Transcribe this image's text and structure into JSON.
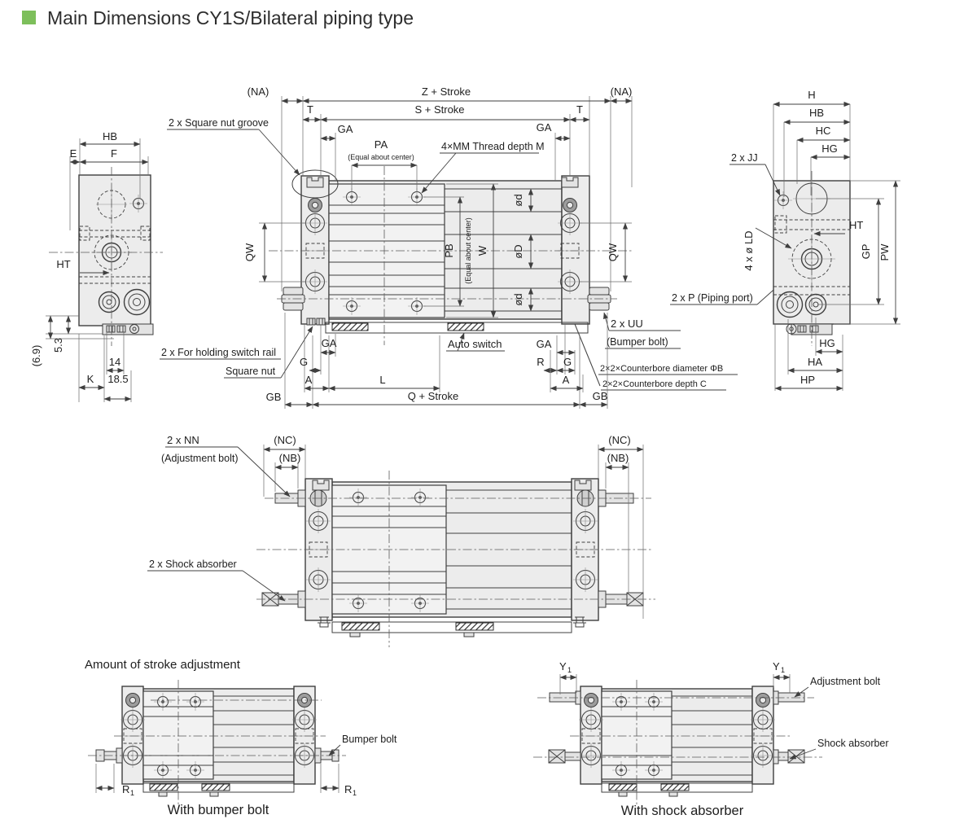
{
  "title": {
    "text": "Main Dimensions  CY1S/Bilateral piping type"
  },
  "colors": {
    "accent_green": "#7DBF5B",
    "line": "#3f3f3f",
    "body_fill": "#ececec"
  },
  "left_view": {
    "hb": "HB",
    "e": "E",
    "f": "F",
    "ht": "HT",
    "dim_6_9": "(6.9)",
    "dim_5_3": "5.3",
    "dim_14": "14",
    "k": "K",
    "dim_18_5": "18.5"
  },
  "front_view": {
    "na_left": "(NA)",
    "z_stroke": "Z + Stroke",
    "na_right": "(NA)",
    "t_left": "T",
    "s_stroke": "S + Stroke",
    "t_right": "T",
    "ga_top_left": "GA",
    "ga_top_right": "GA",
    "pa": "PA",
    "pa_note": "(Equal about center)",
    "mm_thread": "4×MM  Thread depth M",
    "qw_left": "QW",
    "qw_right": "QW",
    "pb": "PB",
    "pb_note": "(Equal about center)",
    "w": "W",
    "od_top": "ød",
    "od_mid": "øD",
    "od_bottom": "ød",
    "square_nut_groove": "2 x Square nut groove",
    "holding_switch_rail": "2 x For holding switch rail",
    "square_nut": "Square nut",
    "auto_switch": "Auto switch",
    "uu": "2 x  UU",
    "uu_note": "(Bumper bolt)",
    "counterbore_dia": "2×2×Counterbore diameter ΦB",
    "counterbore_depth": "2×2×Counterbore depth C",
    "piping_port": "2 x  P  (Piping port)",
    "ga_bottom_left": "GA",
    "g_left": "G",
    "a_left": "A",
    "l": "L",
    "ga_bottom_right": "GA",
    "r": "R",
    "g_right": "G",
    "a_right": "A",
    "gb_left": "GB",
    "q_stroke": "Q + Stroke",
    "gb_right": "GB"
  },
  "right_view": {
    "h": "H",
    "hb": "HB",
    "hc": "HC",
    "hg_top": "HG",
    "jj": "2 x  JJ",
    "ht": "HT",
    "gp": "GP",
    "pw": "PW",
    "ld": "4 x ø LD",
    "hg_bottom": "HG",
    "ha": "HA",
    "hp": "HP"
  },
  "adjuster_view": {
    "nn": "2 x  NN",
    "nn_note": "(Adjustment bolt)",
    "nc_left": "(NC)",
    "nb_left": "(NB)",
    "nc_right": "(NC)",
    "nb_right": "(NB)",
    "shock_absorber": "2 x Shock absorber"
  },
  "stroke_views": {
    "heading": "Amount of stroke adjustment",
    "bumper_bolt": "Bumper bolt",
    "r1": "R",
    "r1_sub": "1",
    "with_bumper": "With bumper bolt",
    "y1": "Y",
    "y1_sub": "1",
    "adjustment_bolt": "Adjustment bolt",
    "shock_absorber": "Shock absorber",
    "with_shock": "With shock absorber"
  }
}
